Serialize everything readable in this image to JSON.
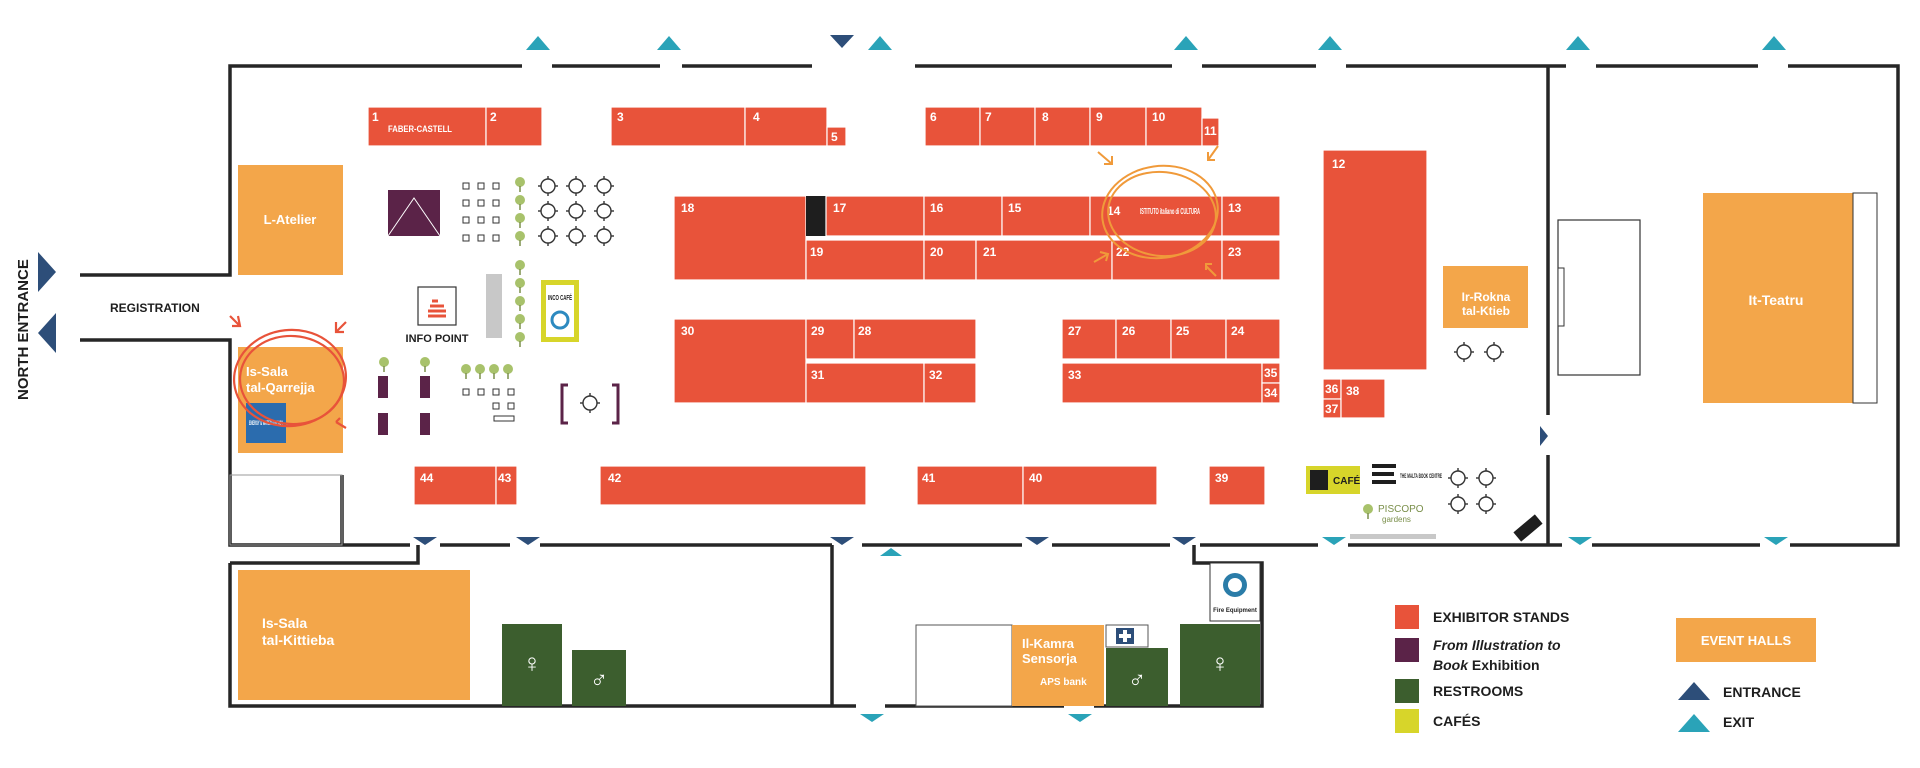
{
  "colors": {
    "exhibitor_stand": "#e8533a",
    "illustration_exhibition": "#5b2348",
    "restroom": "#3c5e2e",
    "cafe": "#d7d52a",
    "event_hall": "#f3a64a",
    "entrance_arrow": "#2d4e79",
    "exit_arrow": "#2aa3b8",
    "annotation": "#f09a3a"
  },
  "labels": {
    "north_entrance": "NORTH ENTRANCE",
    "registration": "REGISTRATION",
    "info_point": "INFO POINT",
    "cafe_sign": "CAFÉ",
    "inco_cafe": "INCO CAFÉ",
    "fire_equipment": "Fire Equipment",
    "book_centre": "THE MALTA BOOK CENTRE",
    "piscopo": "PISCOPO",
    "piscopo_sub": "gardens",
    "energy_agency": "ENERGY & WATER AGENCY",
    "aps_bank": "APS bank",
    "faber_castell": "FABER-CASTELL",
    "istituto": "ISTITUTO italiano di CULTURA"
  },
  "halls": {
    "l_atelier": "L-Atelier",
    "is_sala_qarrejja": "Is-Sala tal-Qarrejja",
    "is_sala_kittieba": "Is-Sala tal-Kittieba",
    "ir_rokna_ktieb": "Ir-Rokna tal-Ktieb",
    "it_teatru": "It-Teatru",
    "il_kamra_sensorja": "Il-Kamra Sensorja"
  },
  "stands": {
    "s1": "1",
    "s2": "2",
    "s3": "3",
    "s4": "4",
    "s5": "5",
    "s6": "6",
    "s7": "7",
    "s8": "8",
    "s9": "9",
    "s10": "10",
    "s11": "11",
    "s12": "12",
    "s13": "13",
    "s14": "14",
    "s16": "16",
    "s15": "15",
    "s17": "17",
    "s18": "18",
    "s19": "19",
    "s20": "20",
    "s21": "21",
    "s22": "22",
    "s23": "23",
    "s24": "24",
    "s25": "25",
    "s26": "26",
    "s27": "27",
    "s28": "28",
    "s29": "29",
    "s30": "30",
    "s31": "31",
    "s32": "32",
    "s33": "33",
    "s34": "34",
    "s35": "35",
    "s36": "36",
    "s37": "37",
    "s38": "38",
    "s39": "39",
    "s40": "40",
    "s41": "41",
    "s42": "42",
    "s43": "43",
    "s44": "44"
  },
  "legend": {
    "exhibitor_stands": "EXHIBITOR STANDS",
    "illustration_line1": "From Illustration to",
    "illustration_line2_italic": "Book",
    "illustration_line2_rest": " Exhibition",
    "restrooms": "RESTROOMS",
    "cafes": "CAFÉS",
    "event_halls": "EVENT HALLS",
    "entrance": "ENTRANCE",
    "exit": "EXIT"
  }
}
